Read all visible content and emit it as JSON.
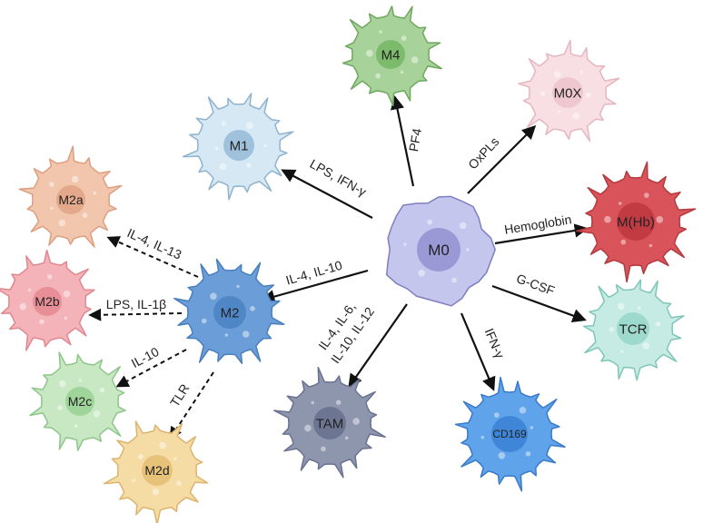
{
  "nodes": {
    "m0": {
      "label": "M0",
      "body": "#c4c6ee",
      "nucleus": "#9b98d6",
      "stroke": "#7f7fbf"
    },
    "m4": {
      "label": "M4",
      "body": "#a7d39a",
      "nucleus": "#7dbb6c",
      "stroke": "#6fa85f"
    },
    "m0x": {
      "label": "M0X",
      "body": "#f7dfe3",
      "nucleus": "#efc7cf",
      "stroke": "#e5b6c0"
    },
    "m1": {
      "label": "M1",
      "body": "#d5e8f4",
      "nucleus": "#9fc1dc",
      "stroke": "#8fb3cf"
    },
    "mhb": {
      "label": "M(Hb)",
      "body": "#d9545a",
      "nucleus": "#c23a42",
      "stroke": "#b33a40"
    },
    "tcr": {
      "label": "TCR",
      "body": "#c6ebe4",
      "nucleus": "#9dd9cd",
      "stroke": "#7fc6b8"
    },
    "cd169": {
      "label": "CD169",
      "body": "#5fa3ea",
      "nucleus": "#3f86d8",
      "stroke": "#3a7ac8"
    },
    "tam": {
      "label": "TAM",
      "body": "#8e96ae",
      "nucleus": "#6c7592",
      "stroke": "#6a7290"
    },
    "m2": {
      "label": "M2",
      "body": "#6b9ed8",
      "nucleus": "#4f86c6",
      "stroke": "#4a7fbd"
    },
    "m2a": {
      "label": "M2a",
      "body": "#f1c6ad",
      "nucleus": "#e3a98a",
      "stroke": "#dc9f80"
    },
    "m2b": {
      "label": "M2b",
      "body": "#f3b3b8",
      "nucleus": "#e88e96",
      "stroke": "#e08890"
    },
    "m2c": {
      "label": "M2c",
      "body": "#c8e8c4",
      "nucleus": "#9fd49a",
      "stroke": "#8ec68a"
    },
    "m2d": {
      "label": "M2d",
      "body": "#f5dca5",
      "nucleus": "#e7c27b",
      "stroke": "#dcb46c"
    }
  },
  "edges": {
    "pf4": "PF4",
    "oxpls": "OxPLs",
    "lps_ifn": "LPS, IFN-γ",
    "hemoglobin": "Hemoglobin",
    "gcsf": "G-CSF",
    "ifn": "IFN-γ",
    "tam_line1": "IL-4, IL-6,",
    "tam_line2": "IL-10, IL-12",
    "il4_il10": "IL-4, IL-10",
    "il4_il13": "IL-4, IL-13",
    "lps_il1b": "LPS,  IL-1β",
    "il10": "IL-10",
    "tlr": "TLR"
  }
}
